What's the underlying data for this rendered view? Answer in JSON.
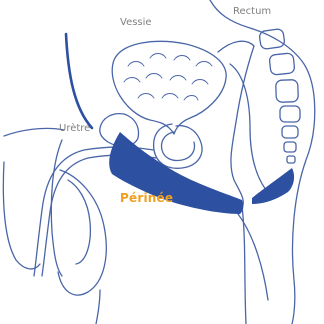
{
  "labels": {
    "vessie": "Vessie",
    "rectum": "Rectum",
    "uretre": "Urètre",
    "perinee": "Périnée"
  },
  "colors": {
    "outline": "#4a66a8",
    "perineum": "#2e50a0",
    "label_gray": "#808080",
    "label_highlight": "#f0a020"
  }
}
